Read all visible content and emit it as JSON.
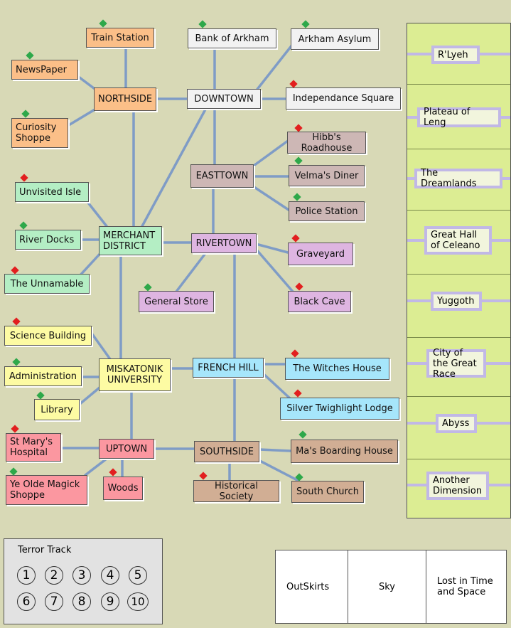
{
  "locations": {
    "train_station": "Train Station",
    "newspaper": "NewsPaper",
    "northside": "NORTHSIDE",
    "curiosity_shoppe": "Curiosity Shoppe",
    "bank_of_arkham": "Bank of Arkham",
    "arkham_asylum": "Arkham Asylum",
    "downtown": "DOWNTOWN",
    "independance_square": "Independance Square",
    "hibbs_roadhouse": "Hibb's Roadhouse",
    "easttown": "EASTTOWN",
    "velmas_diner": "Velma's Diner",
    "police_station": "Police Station",
    "unvisited_isle": "Unvisited Isle",
    "river_docks": "River Docks",
    "merchant_district": "MERCHANT DISTRICT",
    "rivertown": "RIVERTOWN",
    "graveyard": "Graveyard",
    "the_unnamable": "The Unnamable",
    "general_store": "General Store",
    "black_cave": "Black Cave",
    "science_building": "Science Building",
    "administration": "Administration",
    "miskatonik_university": "MISKATONIK UNIVERSITY",
    "french_hill": "FRENCH HILL",
    "the_witches_house": "The Witches House",
    "library": "Library",
    "silver_twighlight_lodge": "Silver Twighlight Lodge",
    "st_marys_hospital": "St Mary's Hospital",
    "uptown": "UPTOWN",
    "southside": "SOUTHSIDE",
    "mas_boarding_house": "Ma's Boarding House",
    "ye_olde_magick_shoppe": "Ye Olde Magick Shoppe",
    "woods": "Woods",
    "historical_society": "Historical Society",
    "south_church": "South Church"
  },
  "other_worlds": [
    "R'Lyeh",
    "Plateau of Leng",
    "The Dreamlands",
    "Great Hall of Celeano",
    "Yuggoth",
    "City of the Great Race",
    "Abyss",
    "Another Dimension"
  ],
  "terror_track": {
    "title": "Terror Track",
    "numbers": [
      "1",
      "2",
      "3",
      "4",
      "5",
      "6",
      "7",
      "8",
      "9",
      "10"
    ]
  },
  "outer_areas": [
    "OutSkirts",
    "Sky",
    "Lost in Time and Space"
  ],
  "colors": {
    "board": "#d8d9b6",
    "street_line": "#7f9cc6",
    "stable_marker": "#2ea84a",
    "unstable_marker": "#e21f1f",
    "otherworld_panel": "#dced93",
    "otherworld_border": "#c1b8e6"
  }
}
